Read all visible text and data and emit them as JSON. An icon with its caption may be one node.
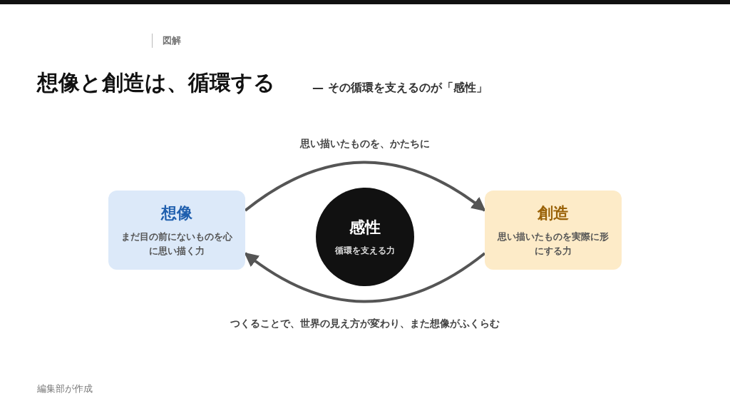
{
  "diagram": {
    "title": "想像と創造は、循環する",
    "nodes": [
      {
        "text": [
          "想像",
          "まだ目の前にないものを心に思い描く力"
        ]
      },
      {
        "text": [
          "感性",
          "循環を支える力"
        ]
      },
      {
        "text": [
          "創造",
          "思い描いたものを実際に形にする力"
        ]
      }
    ],
    "edges": [
      {
        "from": 0,
        "to": 2,
        "arrow": "to",
        "label": "思い描いたものを、かたちに"
      },
      {
        "from": 2,
        "to": 0,
        "arrow": "to",
        "label": "つくることで、世界の見え方が変わり、また想像がふくらむ"
      }
    ],
    "labels": [
      "図解",
      "— その循環を支えるのが「感性」",
      "編集部が作成"
    ]
  }
}
